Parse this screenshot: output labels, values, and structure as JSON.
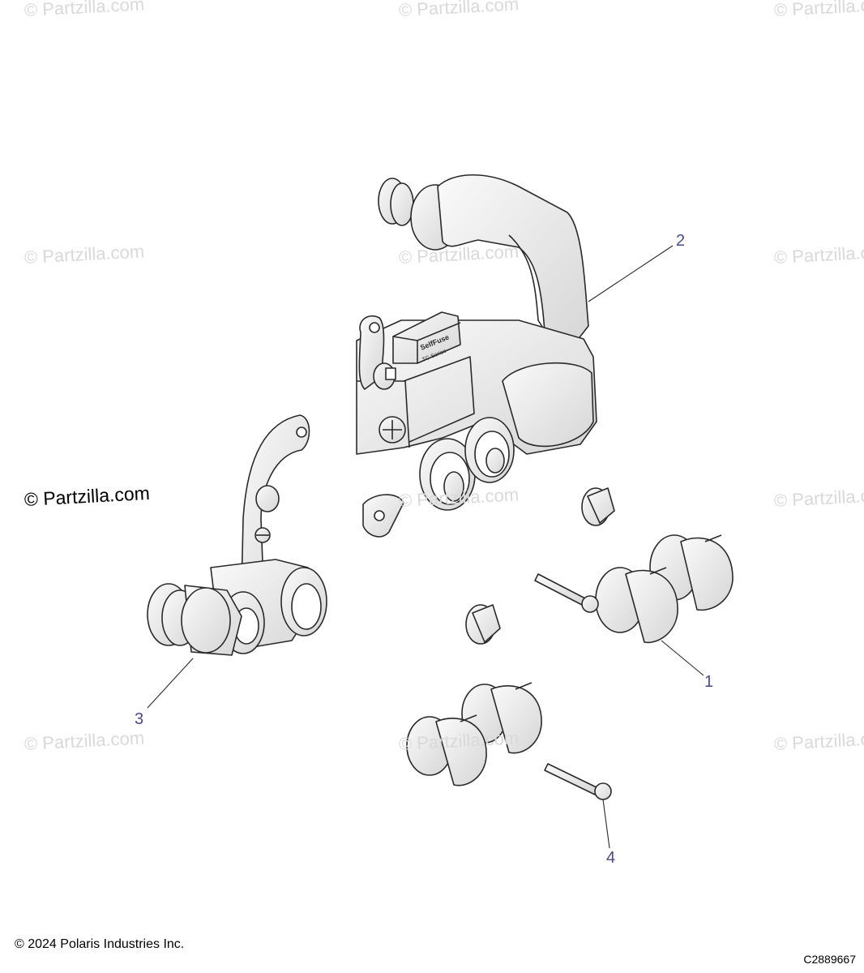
{
  "watermark_text": "© Partzilla.com",
  "brand_watermark": "© Partzilla.com",
  "callouts": [
    {
      "id": "1",
      "label": "1"
    },
    {
      "id": "2",
      "label": "2"
    },
    {
      "id": "3",
      "label": "3"
    },
    {
      "id": "4",
      "label": "4"
    }
  ],
  "footer": {
    "copyright": "© 2024 Polaris Industries Inc.",
    "diagram_id": "C2889667"
  },
  "part_labels": {
    "fuse_top": "SelfFuse",
    "fuse_bottom": "TC Series"
  },
  "colors": {
    "line": "#2a2a2a",
    "part_fill": "#f2f2f2",
    "part_shade": "#dcdcdc",
    "callout": "#4a4a8a",
    "watermark": "#d9d9d9"
  }
}
